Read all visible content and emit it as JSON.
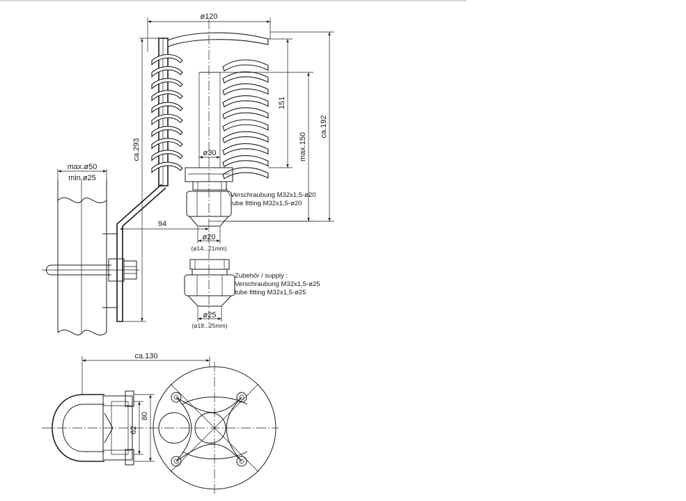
{
  "dimensions": {
    "dia120": "ø120",
    "dia30": "ø30",
    "d151": "151",
    "max150": "max.150",
    "ca192": "ca.192",
    "ca293": "ca.293",
    "max50": "max.ø50",
    "min25": "min.ø25",
    "d94": "94",
    "dia20": "ø20",
    "range20": "(ø14...21mm)",
    "dia25": "ø25",
    "range25": "(ø18...25mm)",
    "ca130": "ca.130",
    "d80": "80",
    "d62": "62"
  },
  "notes": {
    "fitting20_de": "Verschraubung M32x1,5-ø20",
    "fitting20_en": "tube fitting M32x1,5-ø20",
    "supply_title": "Zubehör / supply :",
    "fitting25_de": "Verschraubung M32x1,5-ø25",
    "fitting25_en": "tube fitting M32x1,5-ø25"
  },
  "shield": {
    "fin_count": 10
  }
}
